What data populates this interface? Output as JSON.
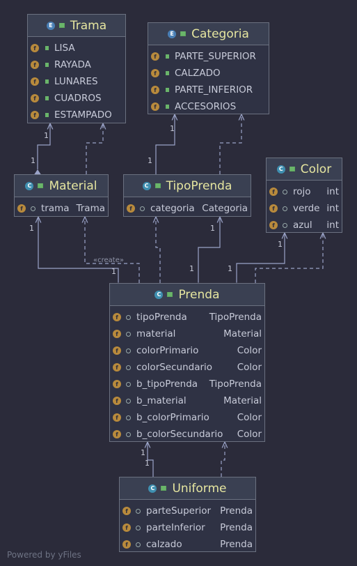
{
  "classes": {
    "trama": {
      "title": "Trama",
      "kind": "E",
      "rows": [
        "LISA",
        "RAYADA",
        "LUNARES",
        "CUADROS",
        "ESTAMPADO"
      ]
    },
    "categoria": {
      "title": "Categoria",
      "kind": "E",
      "rows": [
        "PARTE_SUPERIOR",
        "CALZADO",
        "PARTE_INFERIOR",
        "ACCESORIOS"
      ]
    },
    "material": {
      "title": "Material",
      "kind": "C",
      "fields": [
        {
          "name": "trama",
          "type": "Trama"
        }
      ]
    },
    "tipoprenda": {
      "title": "TipoPrenda",
      "kind": "C",
      "fields": [
        {
          "name": "categoria",
          "type": "Categoria"
        }
      ]
    },
    "color": {
      "title": "Color",
      "kind": "C",
      "fields": [
        {
          "name": "rojo",
          "type": "int"
        },
        {
          "name": "verde",
          "type": "int"
        },
        {
          "name": "azul",
          "type": "int"
        }
      ]
    },
    "prenda": {
      "title": "Prenda",
      "kind": "C",
      "fields": [
        {
          "name": "tipoPrenda",
          "type": "TipoPrenda"
        },
        {
          "name": "material",
          "type": "Material"
        },
        {
          "name": "colorPrimario",
          "type": "Color"
        },
        {
          "name": "colorSecundario",
          "type": "Color"
        },
        {
          "name": "b_tipoPrenda",
          "type": "TipoPrenda"
        },
        {
          "name": "b_material",
          "type": "Material"
        },
        {
          "name": "b_colorPrimario",
          "type": "Color"
        },
        {
          "name": "b_colorSecundario",
          "type": "Color"
        }
      ]
    },
    "uniforme": {
      "title": "Uniforme",
      "kind": "C",
      "fields": [
        {
          "name": "parteSuperior",
          "type": "Prenda"
        },
        {
          "name": "parteInferior",
          "type": "Prenda"
        },
        {
          "name": "calzado",
          "type": "Prenda"
        }
      ]
    }
  },
  "icons": {
    "field": "f",
    "enum": "E",
    "class": "C"
  },
  "multiplicity": "1",
  "stereotype": "«create»",
  "footer": "Powered by yFiles",
  "colors": {
    "background": "#2b2b3a",
    "header": "#3a4052",
    "title": "#e6e6a0",
    "edge": "#9aa3c8"
  }
}
